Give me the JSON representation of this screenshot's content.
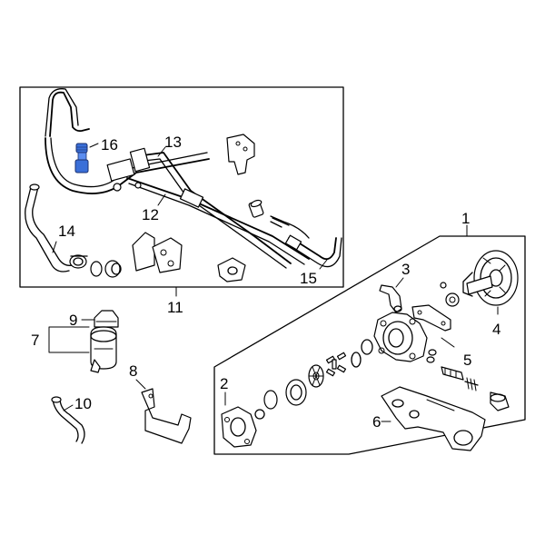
{
  "callouts": {
    "c1": "1",
    "c2": "2",
    "c3": "3",
    "c4": "4",
    "c5": "5",
    "c6": "6",
    "c7": "7",
    "c8": "8",
    "c9": "9",
    "c10": "10",
    "c11": "11",
    "c12": "12",
    "c13": "13",
    "c14": "14",
    "c15": "15",
    "c16": "16"
  },
  "highlight_color": "#3a6fd8",
  "highlighted_part": "16"
}
